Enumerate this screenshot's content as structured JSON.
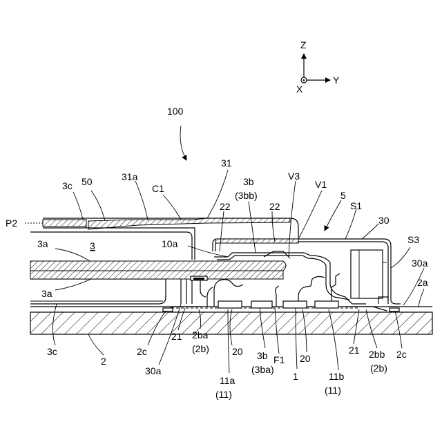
{
  "axes": {
    "z": "Z",
    "y": "Y",
    "x": "X"
  },
  "labels": {
    "assembly": "100",
    "l31": "31",
    "l3c_top": "3c",
    "l50": "50",
    "l31a": "31a",
    "lC1": "C1",
    "l3b_top": "3b",
    "l3bb": "(3bb)",
    "lV3": "V3",
    "lV1": "V1",
    "l5": "5",
    "lS1": "S1",
    "l30": "30",
    "lP2": "P2",
    "l22a": "22",
    "l22b": "22",
    "lS3": "S3",
    "l3a_top": "3a",
    "l3": "3",
    "l10a": "10a",
    "l30a_right": "30a",
    "l2a": "2a",
    "l3a_mid": "3a",
    "l3c_bottom": "3c",
    "l2": "2",
    "l2c_left": "2c",
    "l21_left": "21",
    "l2ba": "2ba",
    "l2b_left": "(2b)",
    "l20_left": "20",
    "l30a_left": "30a",
    "l3b_bottom": "3b",
    "l3ba": "(3ba)",
    "lF1": "F1",
    "l20_right": "20",
    "l21_right": "21",
    "l2bb": "2bb",
    "l2b_right": "(2b)",
    "l2c_right": "2c",
    "l11a": "11a",
    "l11_left": "(11)",
    "l1": "1",
    "l11b": "11b",
    "l11_right": "(11)"
  }
}
